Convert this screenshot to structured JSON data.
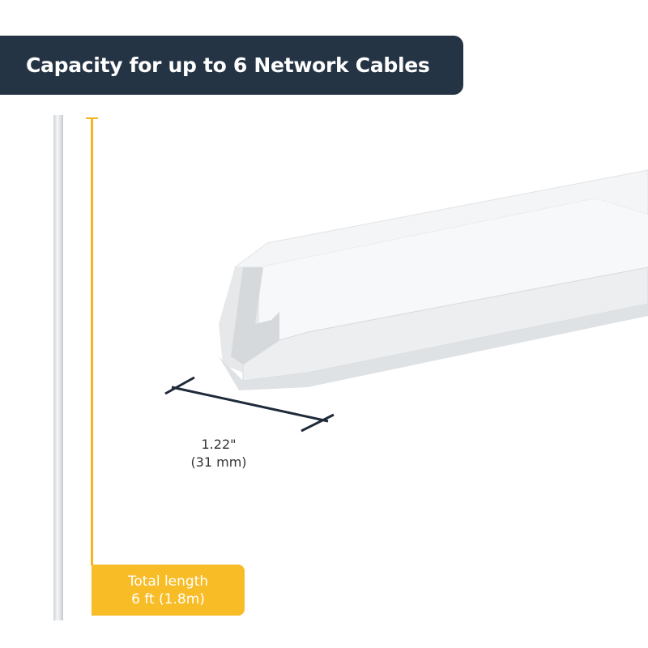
{
  "header": {
    "title": "Capacity for up to 6 Network Cables"
  },
  "length_label": {
    "line1": "Total length",
    "line2": "6 ft (1.8m)"
  },
  "width_label": {
    "line1": "1.22\"",
    "line2": "(31 mm)"
  },
  "colors": {
    "banner": "#253445",
    "accent": "#f7bc26",
    "dimension": "#1e2a3a"
  }
}
